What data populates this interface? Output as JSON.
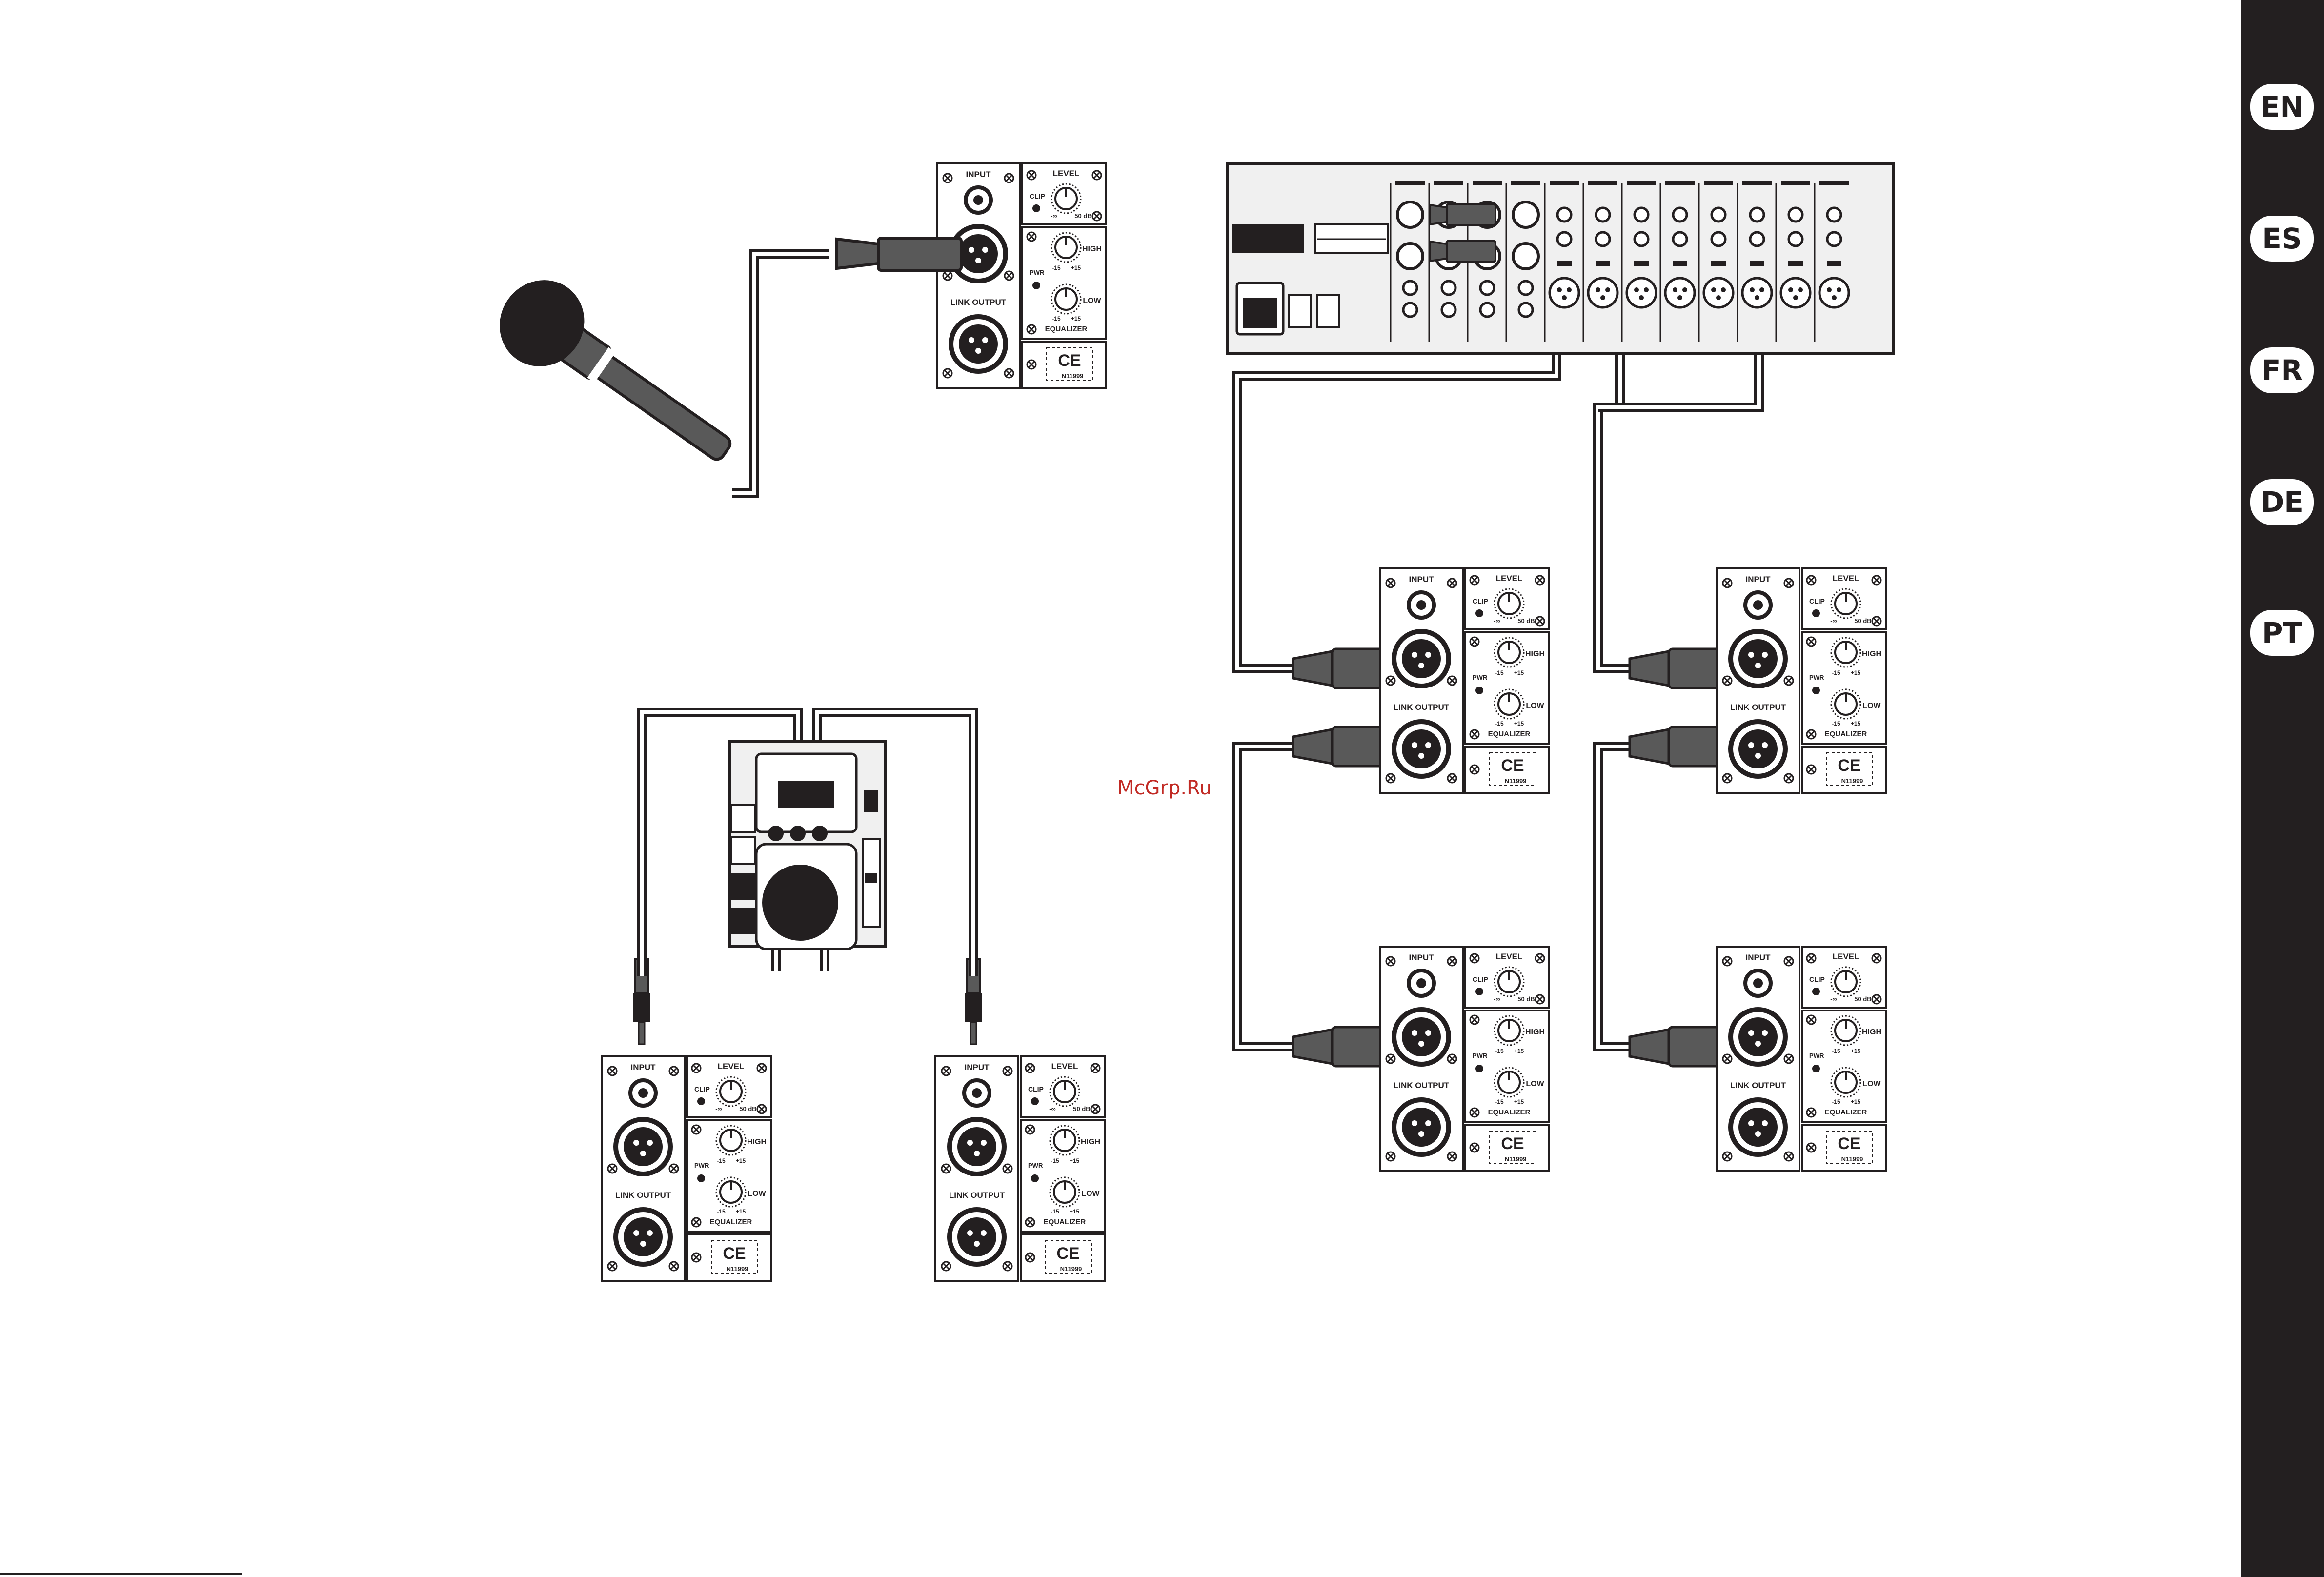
{
  "languages": [
    "EN",
    "ES",
    "FR",
    "DE",
    "PT"
  ],
  "watermark": "McGrp.Ru",
  "speaker_panel": {
    "input_label": "INPUT",
    "level_label": "LEVEL",
    "clip_label": "CLIP",
    "pwr_label": "PWR",
    "high_label": "HIGH",
    "low_label": "LOW",
    "eq_label": "EQUALIZER",
    "link_label": "LINK OUTPUT",
    "level_min": "-∞",
    "level_max": "50 dB",
    "eq_min": "-15",
    "eq_max": "+15",
    "ce_mark": "CE",
    "cert": "N11999"
  },
  "colors": {
    "cable": "#231f20",
    "device": "#595959",
    "panel_fill": "#ffffff",
    "lang_bar": "#231f20",
    "watermark": "#c12a24"
  }
}
